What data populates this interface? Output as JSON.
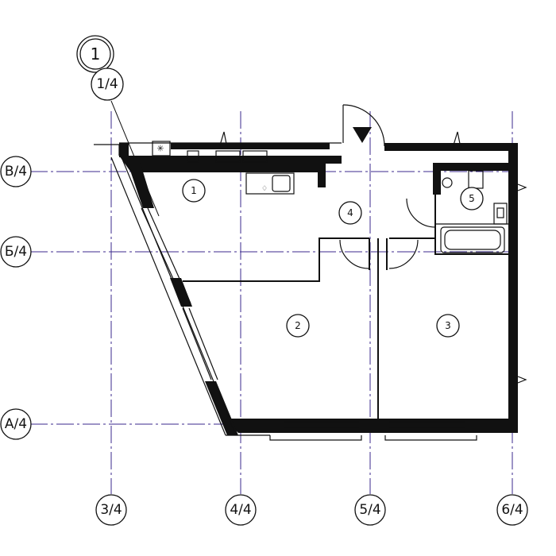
{
  "plan": {
    "section_marker": "1",
    "section_ref": "1/4",
    "axes_horizontal": [
      "В/4",
      "Б/4",
      "А/4"
    ],
    "axes_vertical": [
      "3/4",
      "4/4",
      "5/4",
      "6/4"
    ],
    "rooms": [
      "1",
      "2",
      "3",
      "4",
      "5"
    ]
  }
}
